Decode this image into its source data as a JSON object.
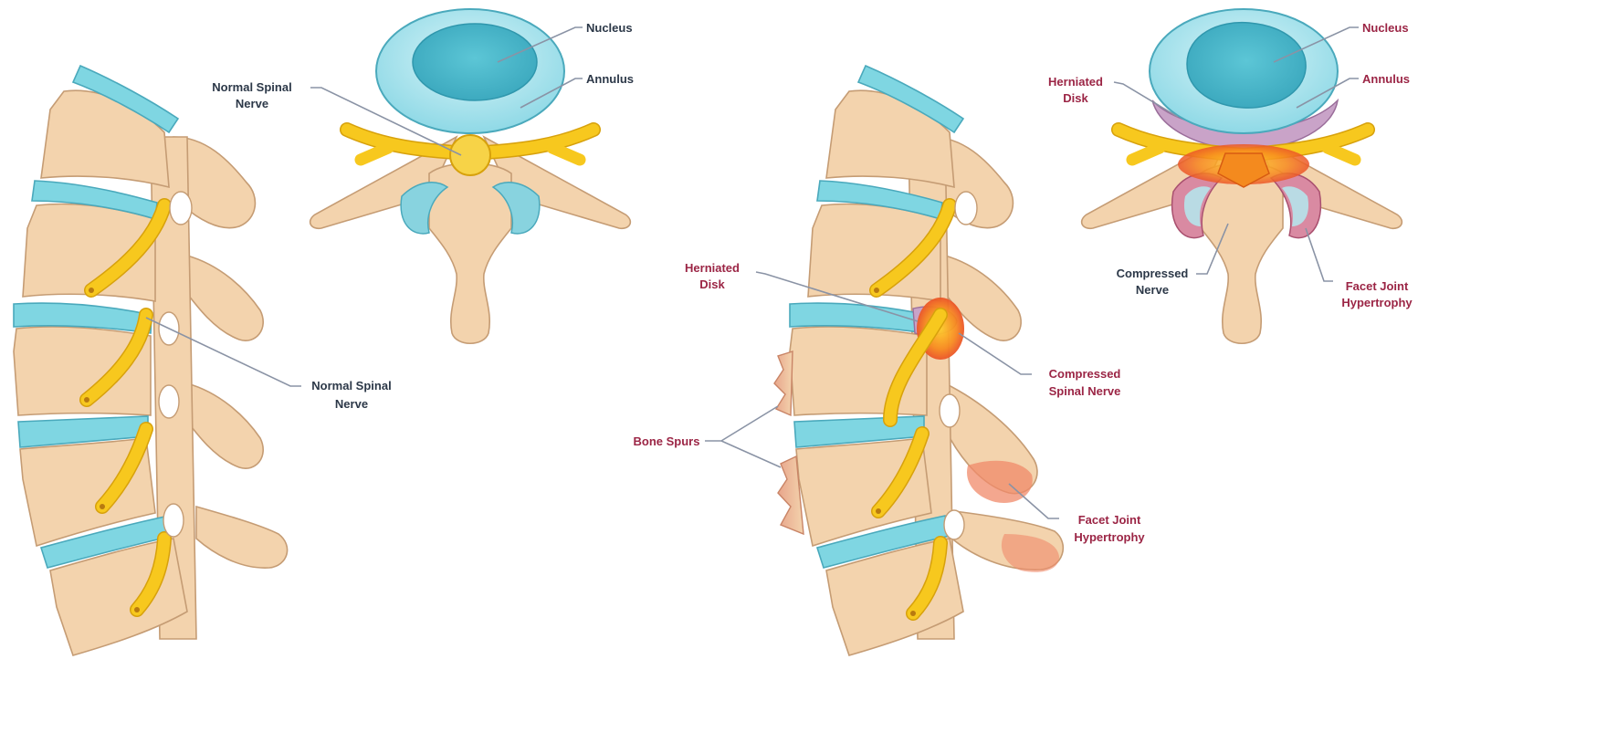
{
  "normal": {
    "top_nucleus": "Nucleus",
    "top_annulus": "Annulus",
    "top_nerve": [
      "Normal Spinal",
      "Nerve"
    ],
    "side_nerve": [
      "Normal Spinal",
      "Nerve"
    ]
  },
  "pathology": {
    "top_nucleus": "Nucleus",
    "top_annulus": "Annulus",
    "top_herniated": [
      "Herniated",
      "Disk"
    ],
    "top_compressed": [
      "Compressed",
      "Nerve"
    ],
    "top_facet": [
      "Facet Joint",
      "Hypertrophy"
    ],
    "side_herniated": [
      "Herniated",
      "Disk"
    ],
    "side_compressed": [
      "Compressed",
      "Spinal Nerve"
    ],
    "side_bone_spurs": "Bone Spurs",
    "side_facet": [
      "Facet Joint",
      "Hypertrophy"
    ]
  },
  "colors": {
    "bone": "#f3d3ad",
    "disc": "#7fd6e2",
    "nerve": "#f7c81e",
    "inflamed": "#f06a2a",
    "herniation": "#c9a3c8",
    "normal_label": "#2c3848",
    "pathology_label": "#9b2545"
  }
}
